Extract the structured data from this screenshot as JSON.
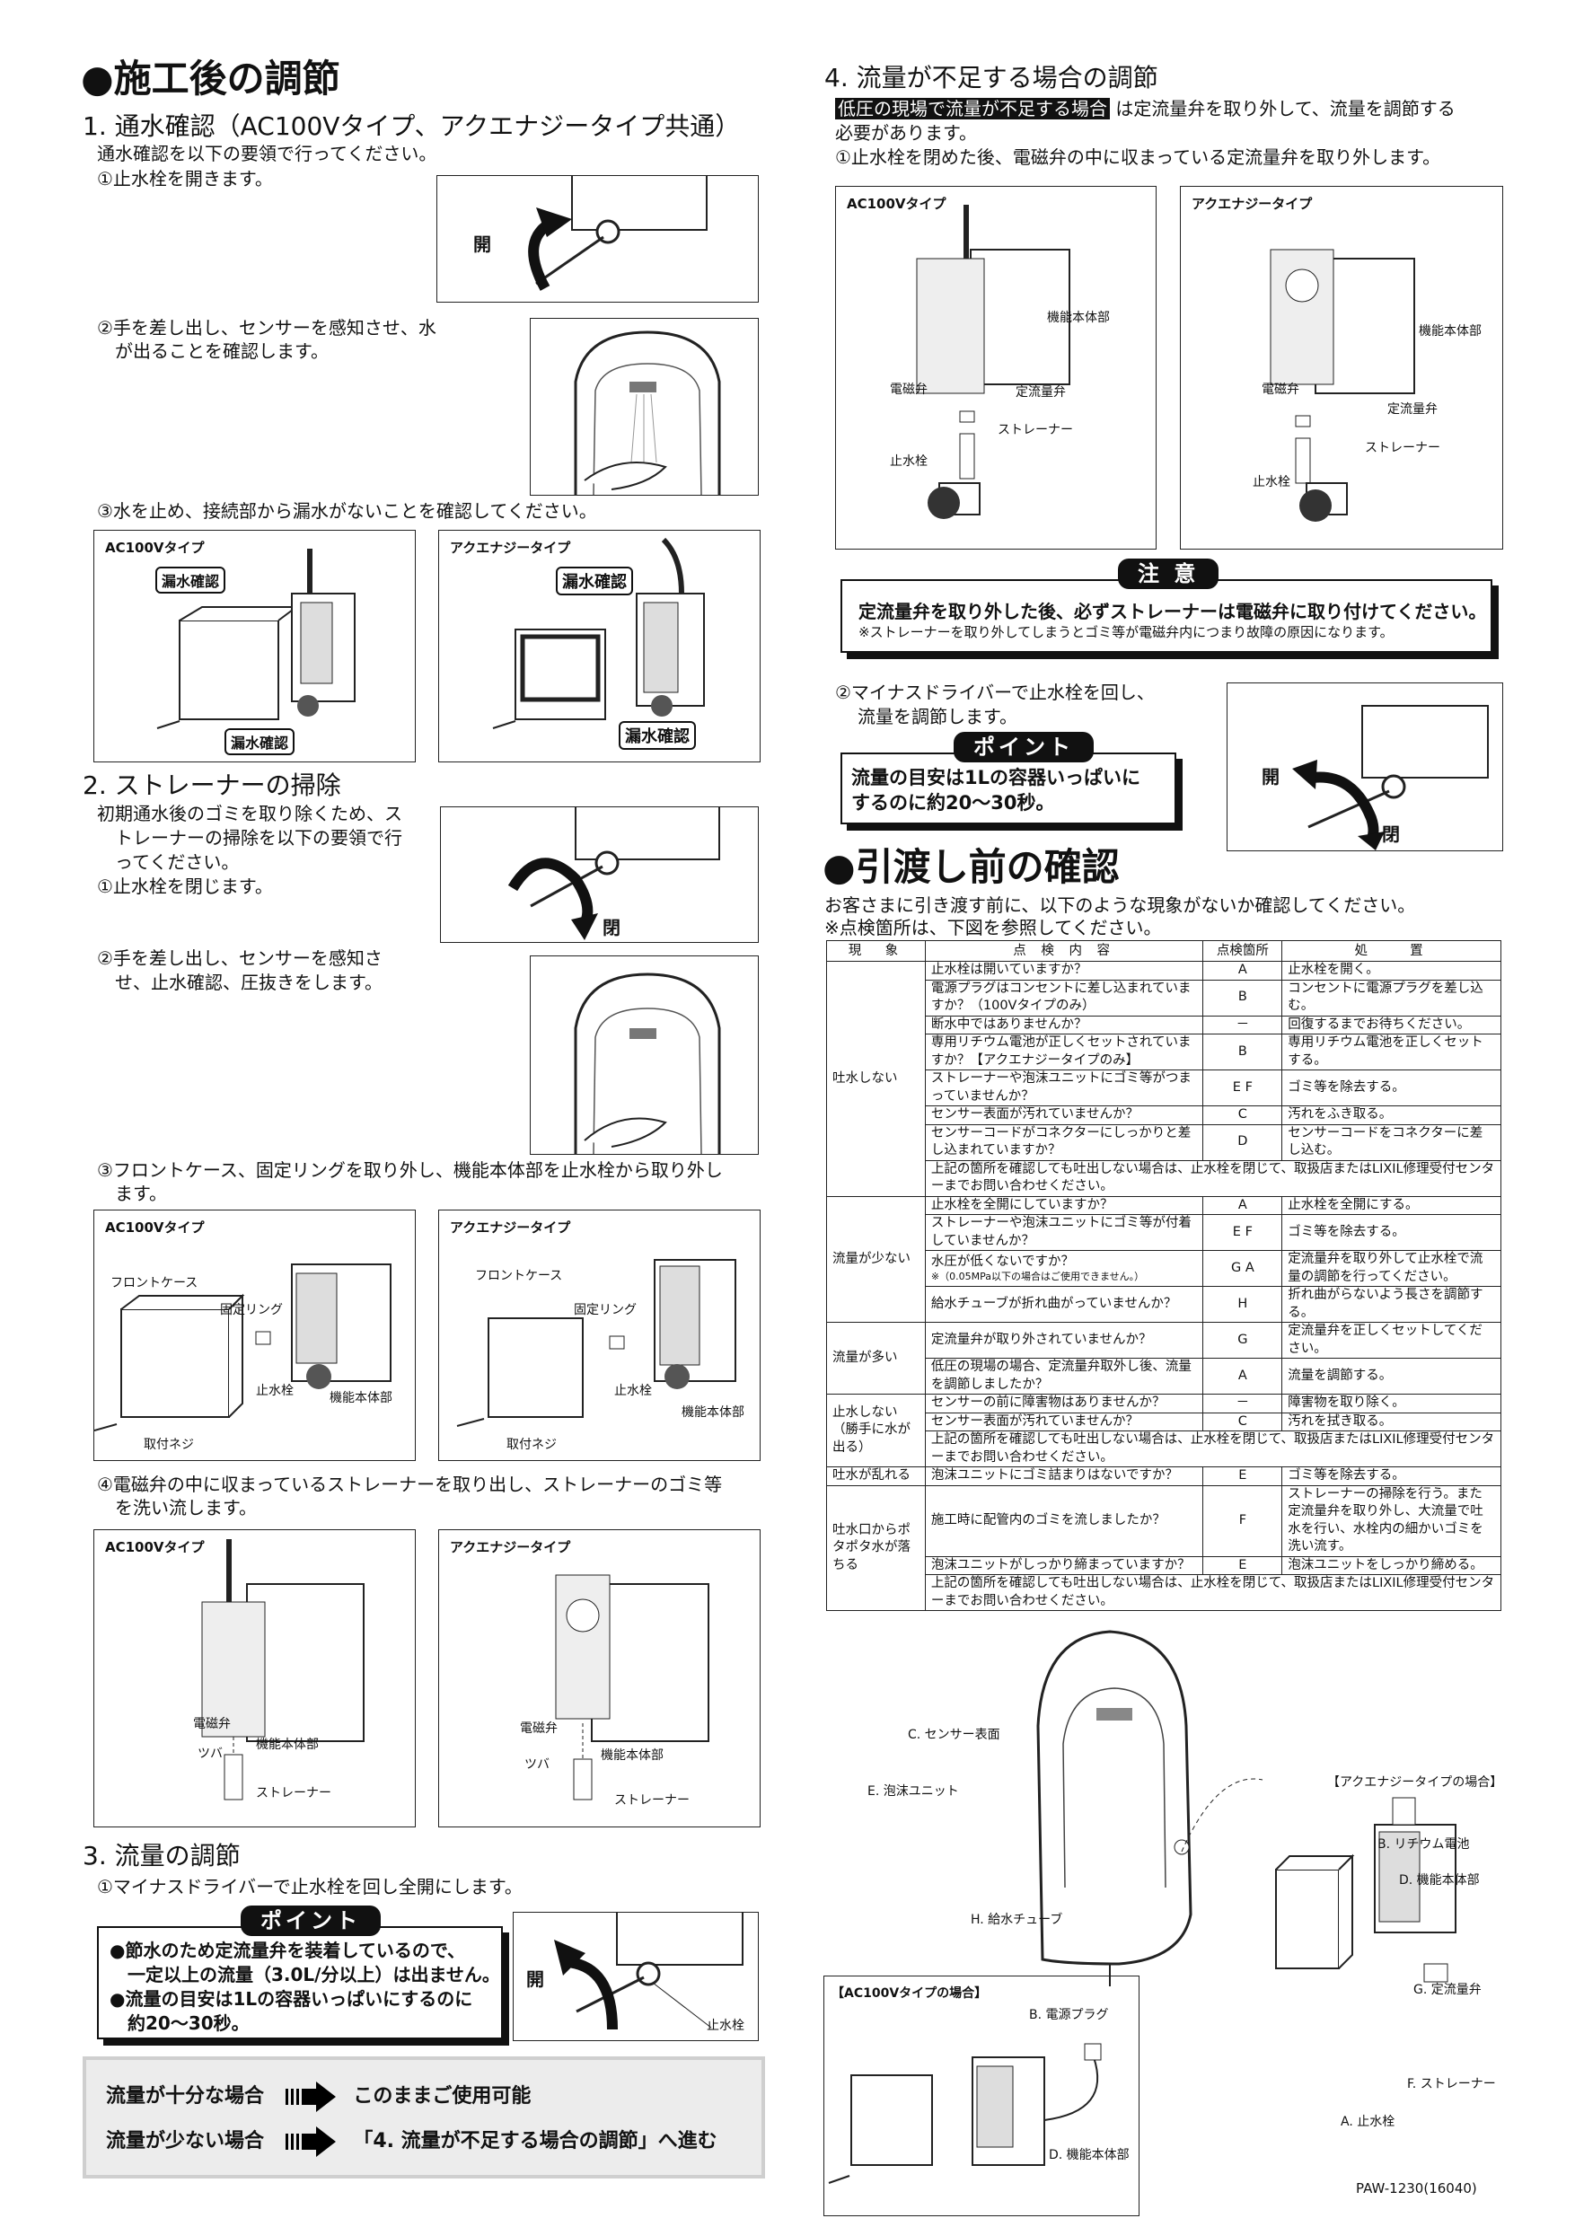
{
  "left": {
    "title": "●施工後の調節",
    "s1": {
      "heading": "1. 通水確認（AC100Vタイプ、アクエナジータイプ共通）",
      "intro": "通水確認を以下の要領で行ってください。",
      "step1": "①止水栓を開きます。",
      "step2_l1": "②手を差し出し、センサーを感知させ、水",
      "step2_l2": "が出ることを確認します。",
      "step3": "③水を止め、接続部から漏水がないことを確認してください。",
      "fig_open": "開",
      "fig_ac": {
        "title": "AC100Vタイプ",
        "leak": "漏水確認"
      },
      "fig_aq": {
        "title": "アクエナジータイプ",
        "leak": "漏水確認"
      }
    },
    "s2": {
      "heading": "2. ストレーナーの掃除",
      "intro_l1": "初期通水後のゴミを取り除くため、ス",
      "intro_l2": "トレーナーの掃除を以下の要領で行",
      "intro_l3": "ってください。",
      "step1": "①止水栓を閉じます。",
      "fig_close": "閉",
      "step2_l1": "②手を差し出し、センサーを感知さ",
      "step2_l2": "せ、止水確認、圧抜きをします。",
      "step3_l1": "③フロントケース、固定リングを取り外し、機能本体部を止水栓から取り外し",
      "step3_l2": "ます。",
      "fig3_ac": {
        "title": "AC100Vタイプ",
        "front_case": "フロントケース",
        "ring": "固定リング",
        "valve": "止水栓",
        "body": "機能本体部",
        "screw": "取付ネジ"
      },
      "fig3_aq": {
        "title": "アクエナジータイプ",
        "front_case": "フロントケース",
        "ring": "固定リング",
        "valve": "止水栓",
        "body": "機能本体部",
        "screw": "取付ネジ"
      },
      "step4_l1": "④電磁弁の中に収まっているストレーナーを取り出し、ストレーナーのゴミ等",
      "step4_l2": "を洗い流します。",
      "fig4_ac": {
        "title": "AC100Vタイプ",
        "solenoid": "電磁弁",
        "flange": "ツバ",
        "body": "機能本体部",
        "strainer": "ストレーナー"
      },
      "fig4_aq": {
        "title": "アクエナジータイプ",
        "solenoid": "電磁弁",
        "flange": "ツバ",
        "body": "機能本体部",
        "strainer": "ストレーナー"
      }
    },
    "s3": {
      "heading": "3. 流量の調節",
      "step1": "①マイナスドライバーで止水栓を回し全開にします。",
      "point_tag": "ポイント",
      "point_1a": "●節水のため定流量弁を装着しているので、",
      "point_1b": "一定以上の流量（3.0L/分以上）は出ません。",
      "point_2a": "●流量の目安は1Lの容器いっぱいにするのに",
      "point_2b": "約20〜30秒。",
      "fig_open": "開",
      "fig_valve": "止水栓",
      "result_ok_label": "流量が十分な場合",
      "result_ok_action": "このままご使用可能",
      "result_low_label": "流量が少ない場合",
      "result_low_action": "「4. 流量が不足する場合の調節」へ進む"
    }
  },
  "right": {
    "s4": {
      "heading": "4. 流量が不足する場合の調節",
      "highlight": "低圧の現場で流量が不足する場合",
      "intro_rest": "は定流量弁を取り外して、流量を調節する",
      "intro_l2": "必要があります。",
      "step1": "①止水栓を閉めた後、電磁弁の中に収まっている定流量弁を取り外します。",
      "fig_ac": {
        "title": "AC100Vタイプ",
        "body": "機能本体部",
        "solenoid": "電磁弁",
        "flow_valve": "定流量弁",
        "strainer": "ストレーナー",
        "valve": "止水栓"
      },
      "fig_aq": {
        "title": "アクエナジータイプ",
        "body": "機能本体部",
        "solenoid": "電磁弁",
        "flow_valve": "定流量弁",
        "strainer": "ストレーナー",
        "valve": "止水栓"
      },
      "caution_tag": "注 意",
      "caution_main": "定流量弁を取り外した後、必ずストレーナーは電磁弁に取り付けてください。",
      "caution_note": "※ストレーナーを取り外してしまうとゴミ等が電磁弁内につまり故障の原因になります。",
      "step2_l1": "②マイナスドライバーで止水栓を回し、",
      "step2_l2": "流量を調節します。",
      "point_tag": "ポイント",
      "point_l1": "流量の目安は1Lの容器いっぱいに",
      "point_l2": "するのに約20〜30秒。",
      "fig_open": "開",
      "fig_close": "閉"
    },
    "handover": {
      "title": "●引渡し前の確認",
      "intro": "お客さまに引き渡す前に、以下のような現象がないか確認してください。",
      "note": "※点検箇所は、下図を参照してください。",
      "headers": [
        "現　象",
        "点 検 内 容",
        "点検箇所",
        "処　　置"
      ],
      "groups": [
        {
          "symptom": "吐水しない",
          "rows": [
            {
              "check": "止水栓は開いていますか？",
              "loc": "A",
              "action": "止水栓を開く。"
            },
            {
              "check": "電源プラグはコンセントに差し込まれていますか？（100Vタイプのみ）",
              "loc": "B",
              "action": "コンセントに電源プラグを差し込む。"
            },
            {
              "check": "断水中ではありませんか？",
              "loc": "－",
              "action": "回復するまでお待ちください。"
            },
            {
              "check": "専用リチウム電池が正しくセットされていますか？【アクエナジータイプのみ】",
              "loc": "B",
              "action": "専用リチウム電池を正しくセットする。"
            },
            {
              "check": "ストレーナーや泡沫ユニットにゴミ等がつまっていませんか？",
              "loc": "E F",
              "action": "ゴミ等を除去する。"
            },
            {
              "check": "センサー表面が汚れていませんか？",
              "loc": "C",
              "action": "汚れをふき取る。"
            },
            {
              "check": "センサーコードがコネクターにしっかりと差し込まれていますか？",
              "loc": "D",
              "action": "センサーコードをコネクターに差し込む。"
            }
          ],
          "footer": "上記の箇所を確認しても吐出しない場合は、止水栓を閉じて、取扱店またはLIXIL修理受付センターまでお問い合わせください。"
        },
        {
          "symptom": "流量が少ない",
          "rows": [
            {
              "check": "止水栓を全開にしていますか？",
              "loc": "A",
              "action": "止水栓を全開にする。"
            },
            {
              "check": "ストレーナーや泡沫ユニットにゴミ等が付着していませんか？",
              "loc": "E F",
              "action": "ゴミ等を除去する。"
            },
            {
              "check": "水圧が低くないですか？",
              "check_note": "※（0.05MPa以下の場合はご使用できません。）",
              "loc": "G A",
              "action": "定流量弁を取り外して止水栓で流量の調節を行ってください。"
            },
            {
              "check": "給水チューブが折れ曲がっていませんか？",
              "loc": "H",
              "action": "折れ曲がらないよう長さを調節する。"
            }
          ]
        },
        {
          "symptom": "流量が多い",
          "rows": [
            {
              "check": "定流量弁が取り外されていませんか？",
              "loc": "G",
              "action": "定流量弁を正しくセットしてください。"
            },
            {
              "check": "低圧の現場の場合、定流量弁取外し後、流量を調節しましたか？",
              "loc": "A",
              "action": "流量を調節する。"
            }
          ]
        },
        {
          "symptom": "止水しない（勝手に水が出る）",
          "rows": [
            {
              "check": "センサーの前に障害物はありませんか？",
              "loc": "－",
              "action": "障害物を取り除く。"
            },
            {
              "check": "センサー表面が汚れていませんか？",
              "loc": "C",
              "action": "汚れを拭き取る。"
            }
          ],
          "footer": "上記の箇所を確認しても吐出しない場合は、止水栓を閉じて、取扱店またはLIXIL修理受付センターまでお問い合わせください。"
        },
        {
          "symptom": "吐水が乱れる",
          "rows": [
            {
              "check": "泡沫ユニットにゴミ詰まりはないですか？",
              "loc": "E",
              "action": "ゴミ等を除去する。"
            }
          ]
        },
        {
          "symptom": "吐水口からポタポタ水が落ちる",
          "rows": [
            {
              "check": "施工時に配管内のゴミを流しましたか？",
              "loc": "F",
              "action": "ストレーナーの掃除を行う。また定流量弁を取り外し、大流量で吐水を行い、水栓内の細かいゴミを洗い流す。"
            },
            {
              "check": "泡沫ユニットがしっかり締まっていますか？",
              "loc": "E",
              "action": "泡沫ユニットをしっかり締める。"
            }
          ],
          "footer": "上記の箇所を確認しても吐出しない場合は、止水栓を閉じて、取扱店またはLIXIL修理受付センターまでお問い合わせください。"
        }
      ]
    },
    "diagram": {
      "sensor": "C. センサー表面",
      "aerator": "E. 泡沫ユニット",
      "aq_title": "【アクエナジータイプの場合】",
      "battery": "B. リチウム電池",
      "body_aq": "D. 機能本体部",
      "tube": "H. 給水チューブ",
      "flow_valve": "G. 定流量弁",
      "ac_title": "【AC100Vタイプの場合】",
      "plug": "B. 電源プラグ",
      "strainer": "F. ストレーナー",
      "valve": "A. 止水栓",
      "body_ac": "D. 機能本体部"
    }
  },
  "footer": {
    "doc_code": "PAW-1230(16040)"
  }
}
